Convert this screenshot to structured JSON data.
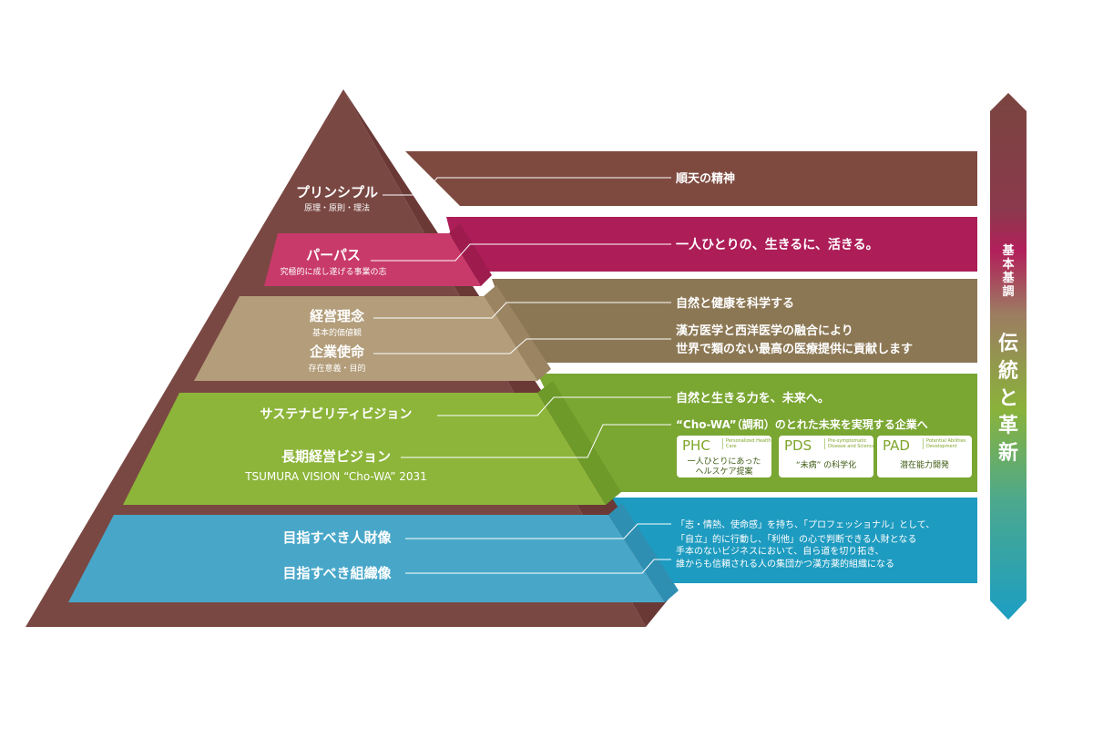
{
  "colors": {
    "brown_dark": "#6e3b37",
    "brown": "#7e4a40",
    "magenta": "#b21f5a",
    "tan": "#b39d7a",
    "green": "#8db53a",
    "blue": "#48a7c9"
  },
  "pyramid": {
    "principle": {
      "title": "プリンシプル",
      "sub": "原理・原則・理法"
    },
    "purpose": {
      "title": "パーパス",
      "sub": "究極的に成し遂げる事業の志"
    },
    "philosophy": {
      "title": "経営理念",
      "sub": "基本的価値観"
    },
    "mission": {
      "title": "企業使命",
      "sub": "存在意義・目的"
    },
    "sustainability": {
      "title": "サステナビリティビジョン"
    },
    "vision": {
      "title": "長期経営ビジョン",
      "sub": "TSUMURA VISION “Cho-WA” 2031"
    },
    "people": {
      "title": "目指すべき人財像"
    },
    "organization": {
      "title": "目指すべき組織像"
    }
  },
  "bands": {
    "principle": "順天の精神",
    "purpose": "一人ひとりの、生きるに、活きる。",
    "philosophy": "自然と健康を科学する",
    "mission_line1": "漢方医学と西洋医学の融合により",
    "mission_line2": "世界で類のない最高の医療提供に貢献します",
    "sustainability": "自然と生きる力を、未来へ。",
    "vision": "“Cho-WA”（調和）のとれた未来を実現する企業へ",
    "people_line1": "「志・情熱、使命感」を持ち、「プロフェッショナル」として、",
    "people_line2": "「自立」的に行動し、「利他」の心で判断できる人財となる",
    "org_line1": "手本のないビジネスにおいて、自ら道を切り拓き、",
    "org_line2": "誰からも信頼される人の集団かつ漢方薬的組織になる"
  },
  "boxes": [
    {
      "abbr": "PHC",
      "sub": "Personalized Health Care",
      "desc": "一人ひとりにあった\nヘルスケア提案"
    },
    {
      "abbr": "PDS",
      "sub": "Pre-symptomatic Disease and Science",
      "desc": "“未病” の科学化"
    },
    {
      "abbr": "PAD",
      "sub": "Potential Abilities Development",
      "desc": "潜在能力開発"
    }
  ],
  "arrow": {
    "label_top": "基本基調",
    "label_main": "伝統と革新"
  }
}
